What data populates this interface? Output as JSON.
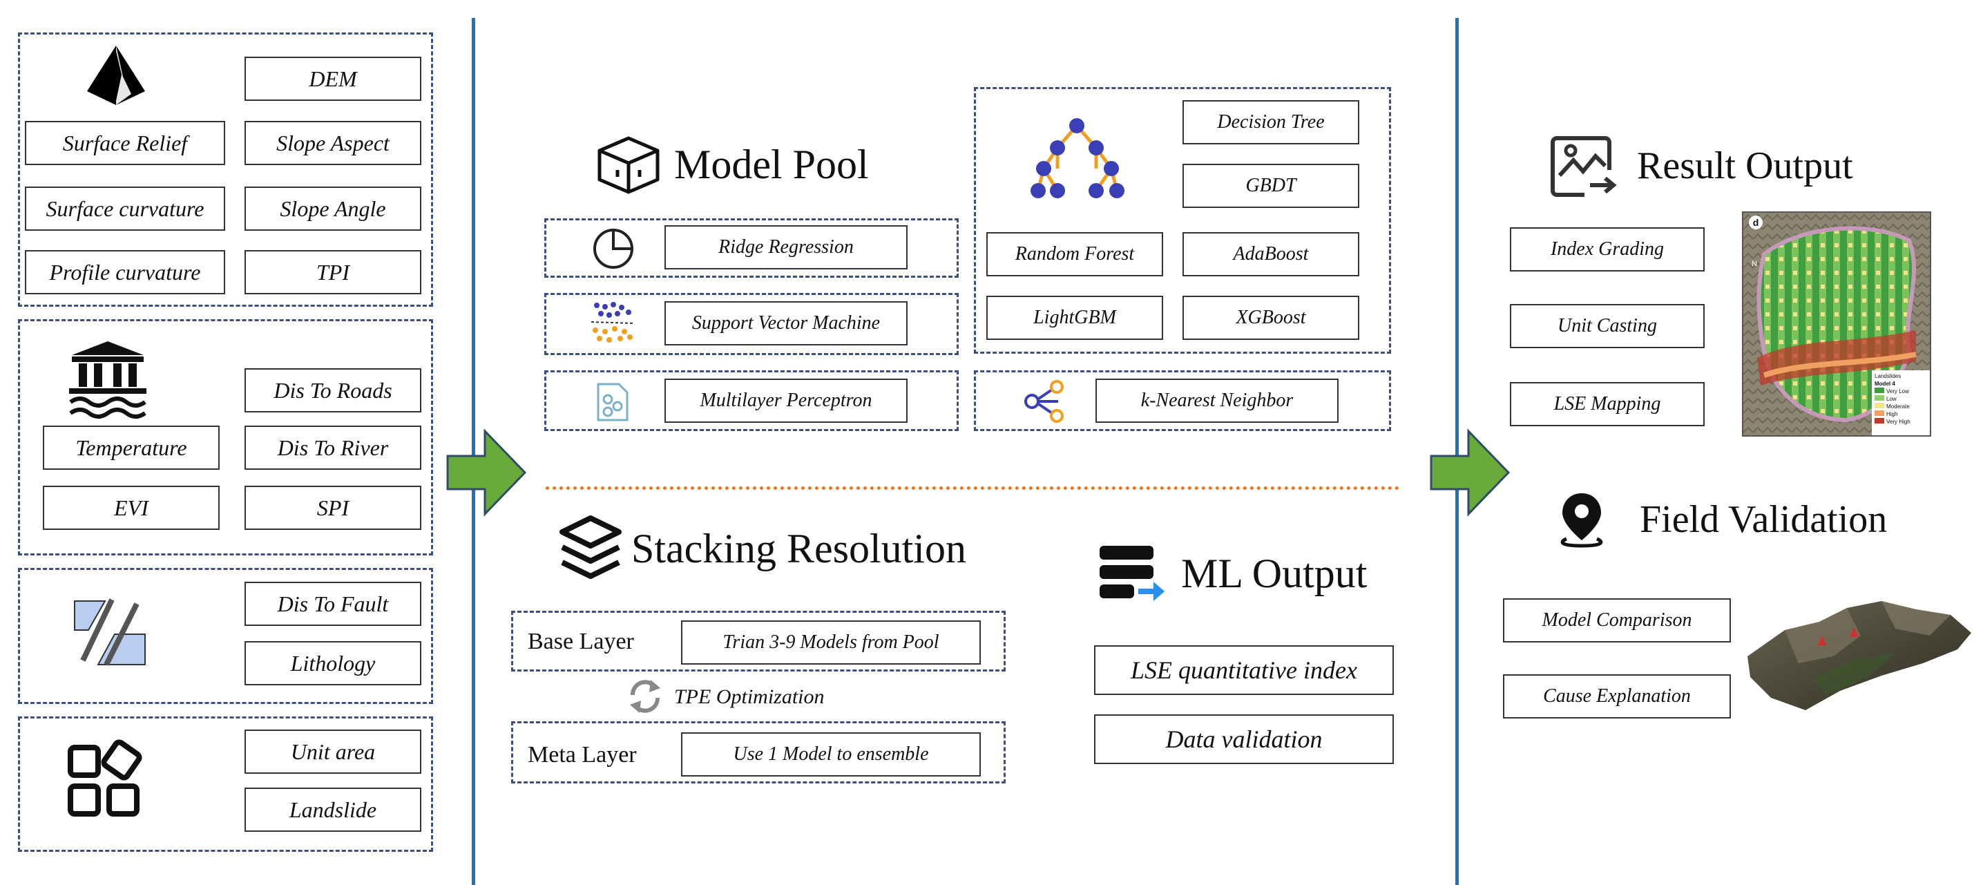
{
  "factors": {
    "group1": {
      "dem": "DEM",
      "surface_relief": "Surface Relief",
      "slope_aspect": "Slope Aspect",
      "surface_curvature": "Surface curvature",
      "slope_angle": "Slope Angle",
      "profile_curvature": "Profile curvature",
      "tpi": "TPI"
    },
    "group2": {
      "dis_roads": "Dis To Roads",
      "temperature": "Temperature",
      "dis_river": "Dis To River",
      "evi": "EVI",
      "spi": "SPI"
    },
    "group3": {
      "dis_fault": "Dis To Fault",
      "lithology": "Lithology"
    },
    "group4": {
      "unit_area": "Unit area",
      "landslide": "Landslide"
    }
  },
  "model_pool": {
    "title": "Model Pool",
    "ridge": "Ridge Regression",
    "svm": "Support Vector Machine",
    "mlp": "Multilayer Perceptron",
    "decision_tree": "Decision Tree",
    "gbdt": "GBDT",
    "random_forest": "Random Forest",
    "adaboost": "AdaBoost",
    "lightgbm": "LightGBM",
    "xgboost": "XGBoost",
    "knn": "k-Nearest Neighbor"
  },
  "stacking": {
    "title": "Stacking Resolution",
    "base_layer": "Base Layer",
    "base_text": "Trian 3-9 Models from Pool",
    "tpe": "TPE Optimization",
    "meta_layer": "Meta Layer",
    "meta_text": "Use 1 Model to ensemble"
  },
  "ml_output": {
    "title": "ML Output",
    "lse_index": "LSE quantitative index",
    "data_validation": "Data validation"
  },
  "result_output": {
    "title": "Result Output",
    "index_grading": "Index Grading",
    "unit_casting": "Unit Casting",
    "lse_mapping": "LSE Mapping",
    "map_legend": {
      "panel_letter": "d",
      "north": "N",
      "point_label": "Landslides",
      "model_label": "Model 4",
      "classes": [
        "Very Low",
        "Low",
        "Moderate",
        "High",
        "Very High"
      ],
      "class_colors": [
        "#3f9e3f",
        "#8fd06a",
        "#f2e28a",
        "#f0a060",
        "#c0392b"
      ]
    }
  },
  "field_validation": {
    "title": "Field Validation",
    "model_comparison": "Model Comparison",
    "cause_explanation": "Cause Explanation"
  },
  "colors": {
    "divider": "#1f73b7",
    "dashed_border": "#3d4f7c",
    "arrow_fill": "#6aaa3a",
    "arrow_stroke": "#2f4a6a",
    "tree_node": "#3a3fb5",
    "tree_edge": "#f0a020",
    "separator": "#e87722"
  },
  "icons": [
    "terrain-icon",
    "bank-water-icon",
    "fault-icon",
    "blocks-icon",
    "box-icon",
    "pie-chart-icon",
    "scatter-icon",
    "network-doc-icon",
    "tree-icon",
    "share-icon",
    "layers-icon",
    "refresh-icon",
    "list-arrow-icon",
    "image-arrow-icon",
    "location-pin-icon"
  ]
}
